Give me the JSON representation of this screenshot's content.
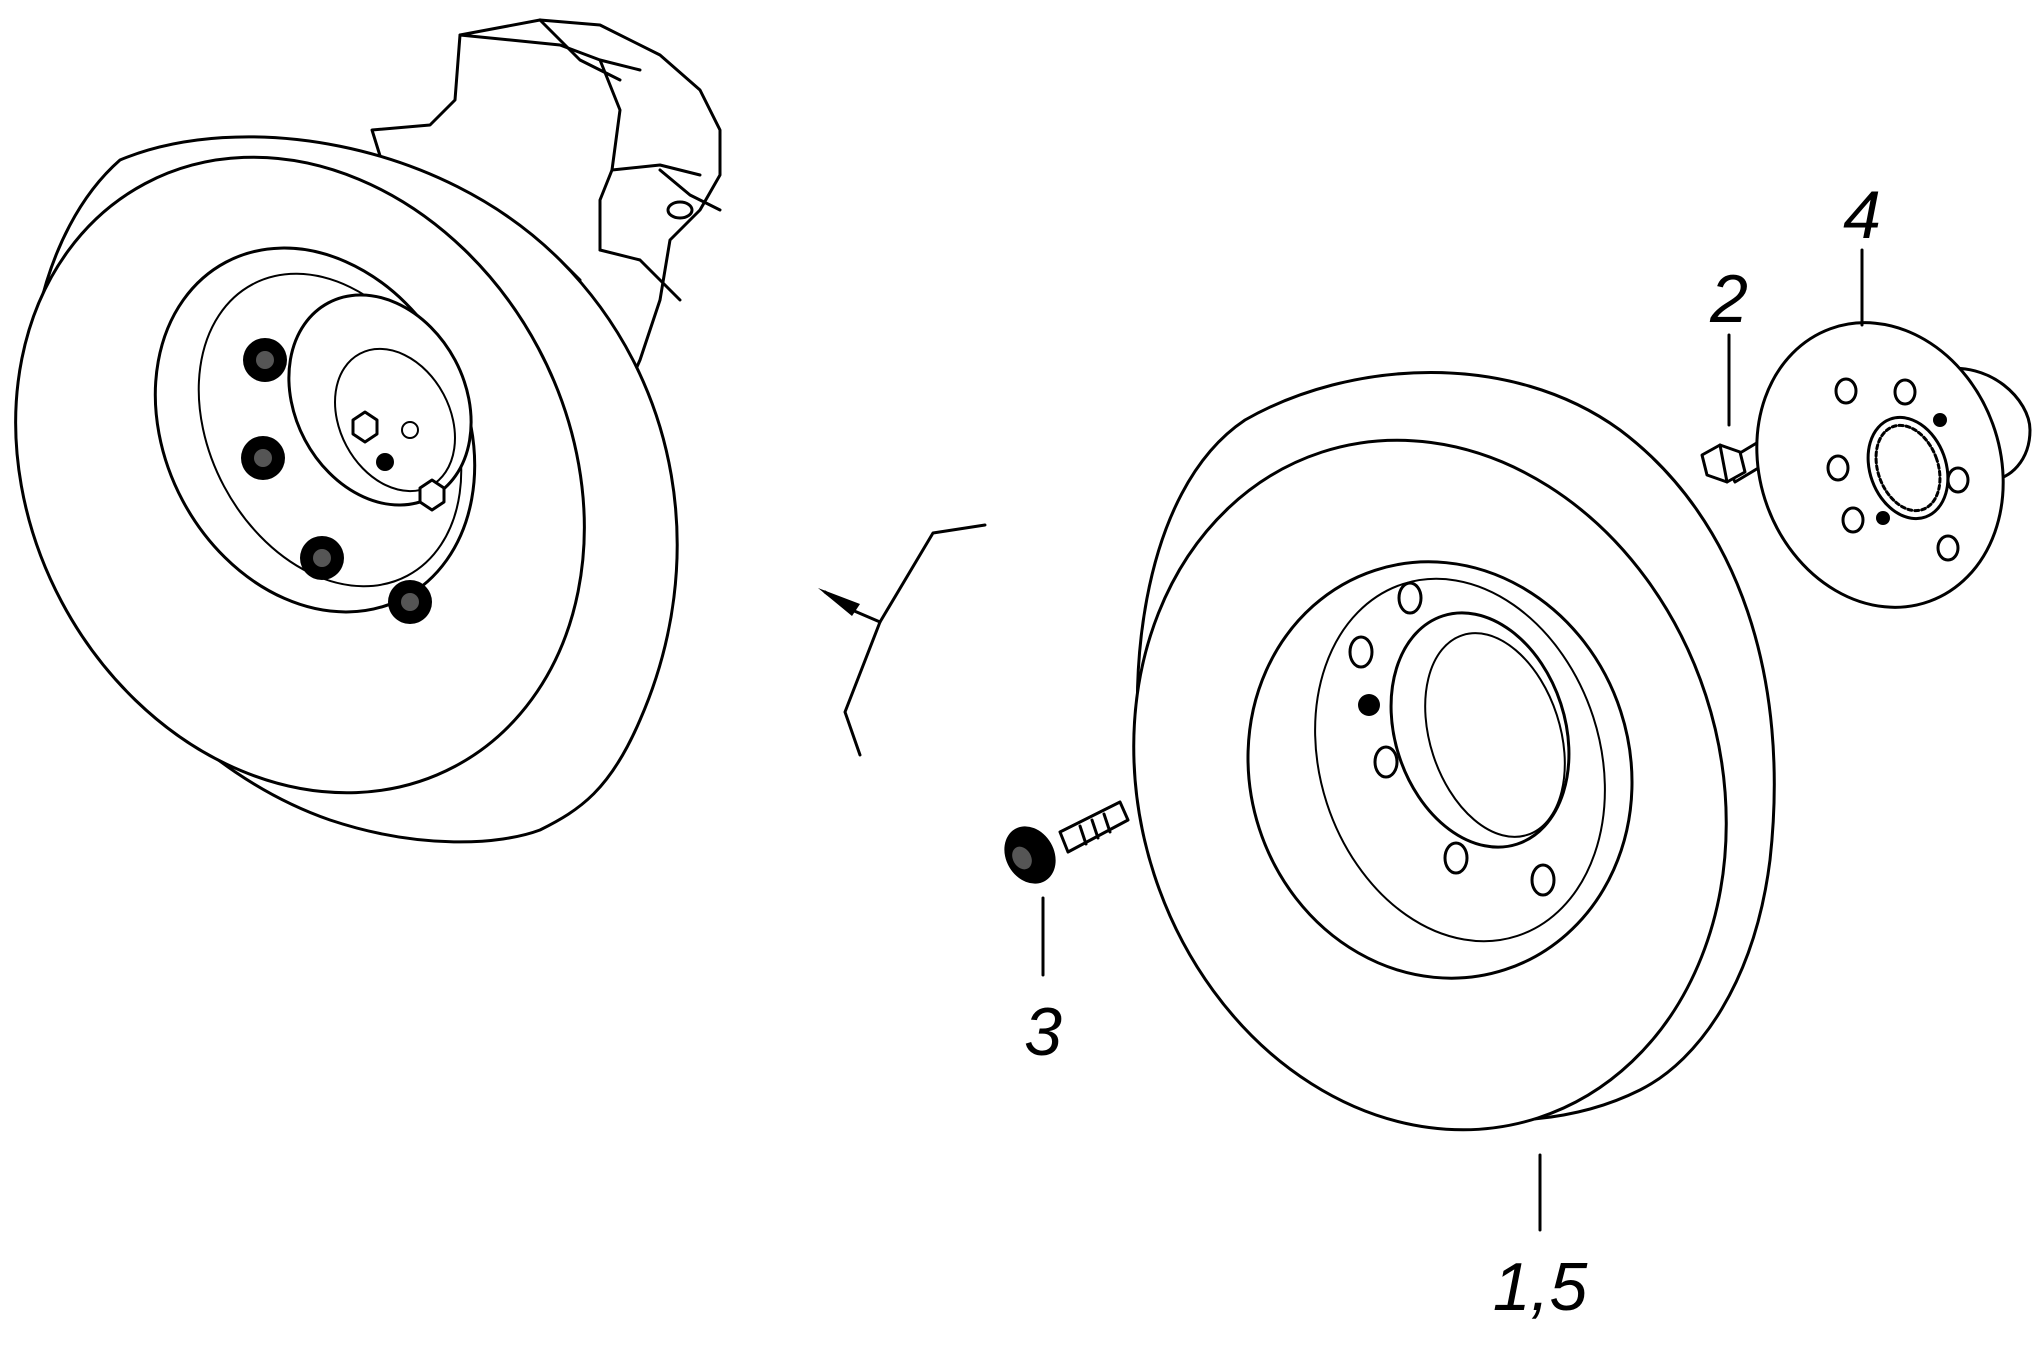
{
  "diagram": {
    "callouts": [
      {
        "id": "callout-1-5",
        "text": "1,5"
      },
      {
        "id": "callout-2",
        "text": "2"
      },
      {
        "id": "callout-3",
        "text": "3"
      },
      {
        "id": "callout-4",
        "text": "4"
      }
    ],
    "colors": {
      "line": "#000000",
      "background": "#ffffff"
    }
  }
}
